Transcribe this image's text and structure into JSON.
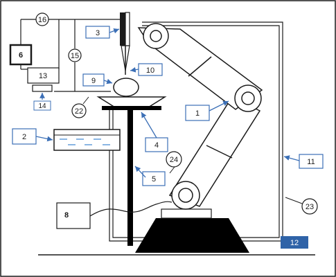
{
  "labels": {
    "l1": "1",
    "l2": "2",
    "l3": "3",
    "l4": "4",
    "l5": "5",
    "l6": "6",
    "l8": "8",
    "l9": "9",
    "l10": "10",
    "l11": "11",
    "l12": "12",
    "l13": "13",
    "l14": "14",
    "l15": "15",
    "l16": "16",
    "l22": "22",
    "l23": "23",
    "l24": "24"
  },
  "colors": {
    "stroke": "#1a1a1a",
    "arrow": "#3b6fb6",
    "label_box": "#3b6fb6",
    "accent_block": "#2f63a8",
    "liquid_waves": "#4a8fd6"
  }
}
